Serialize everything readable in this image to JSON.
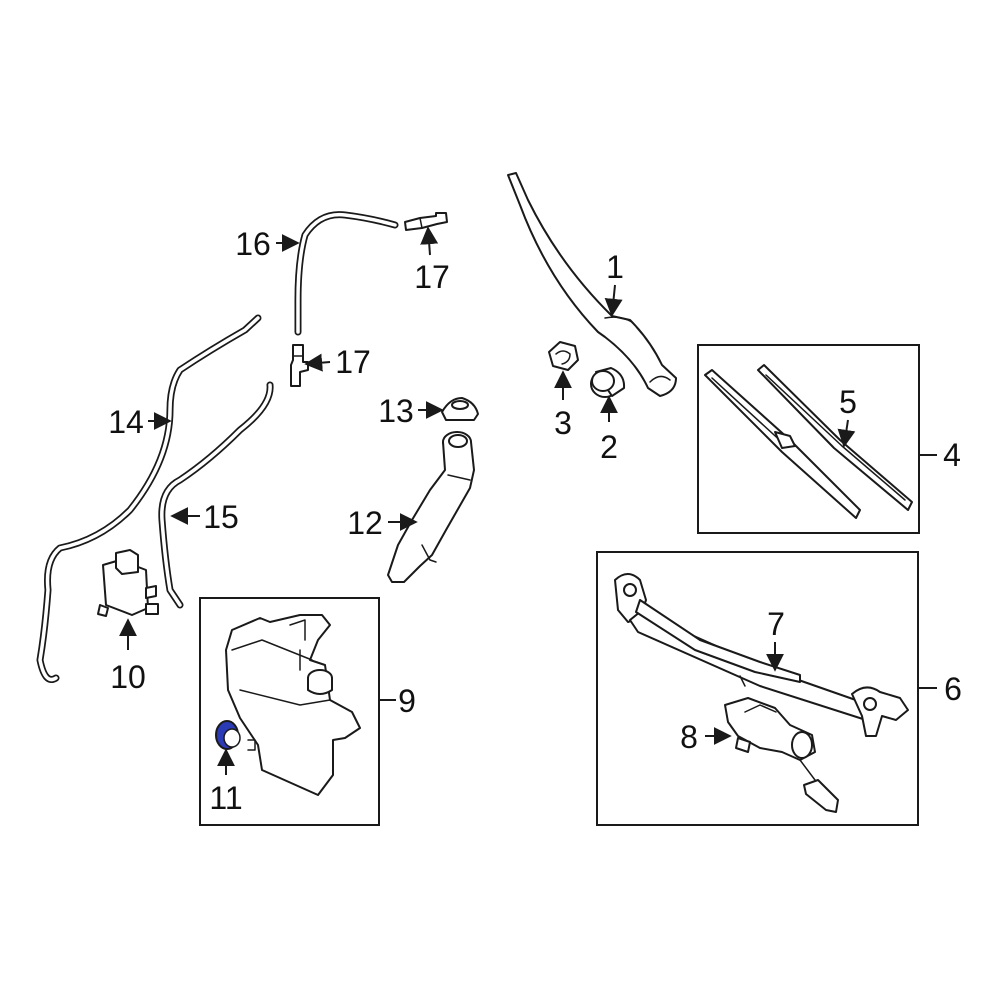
{
  "callouts": {
    "c1": "1",
    "c2": "2",
    "c3": "3",
    "c4": "4",
    "c5": "5",
    "c6": "6",
    "c7": "7",
    "c8": "8",
    "c9": "9",
    "c10": "10",
    "c11": "11",
    "c12": "12",
    "c13": "13",
    "c14": "14",
    "c15": "15",
    "c16": "16",
    "c17a": "17",
    "c17b": "17"
  },
  "highlight_color": "#2b3bb5",
  "line_color": "#1a1a1a"
}
